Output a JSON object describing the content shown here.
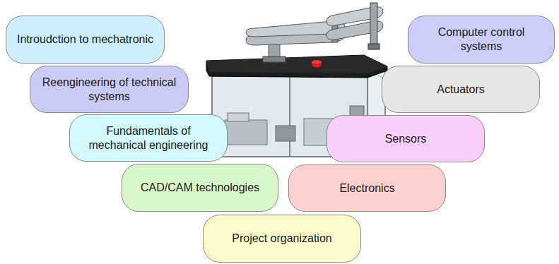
{
  "diagram": {
    "nodes": [
      {
        "text": [
          "Introudction to mechatronic"
        ]
      },
      {
        "text": [
          "Reengineering of technical systems"
        ]
      },
      {
        "text": [
          "Fundamentals of mechanical engineering"
        ]
      },
      {
        "text": [
          "CAD/CAM technologies"
        ]
      },
      {
        "text": [
          "Project organization"
        ]
      },
      {
        "text": [
          "Electronics"
        ]
      },
      {
        "text": [
          "Sensors"
        ]
      },
      {
        "text": [
          "Actuators"
        ]
      },
      {
        "text": [
          "Computer control systems"
        ]
      }
    ]
  }
}
